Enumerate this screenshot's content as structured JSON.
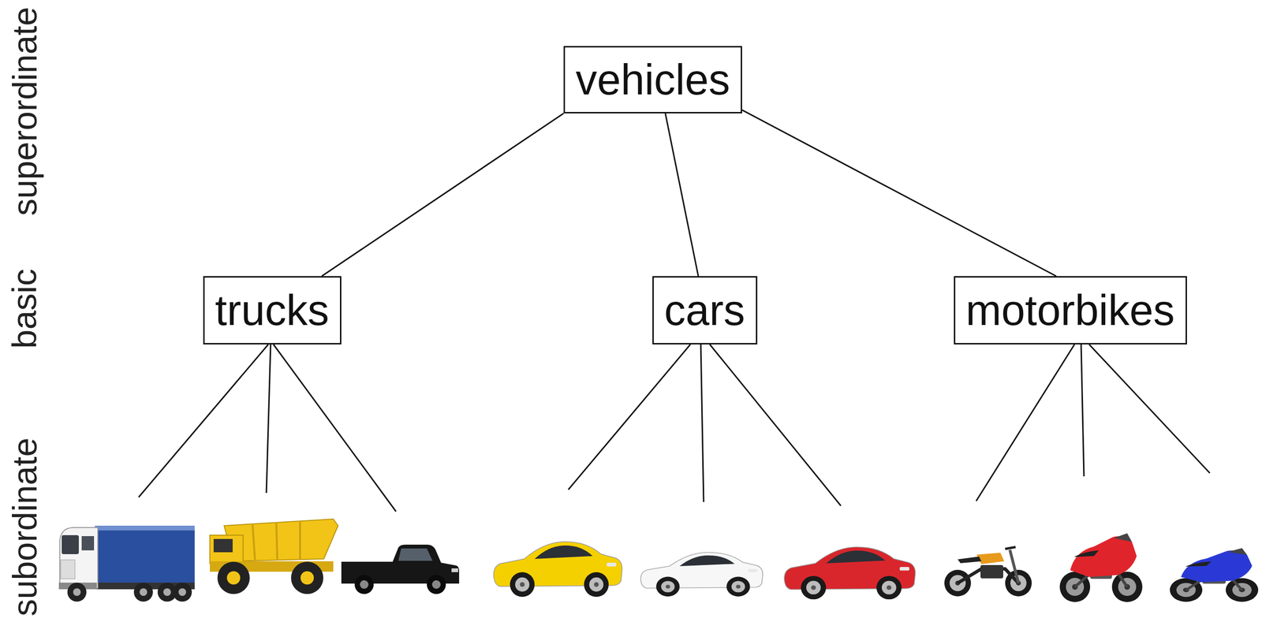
{
  "diagram": {
    "nodes": [
      {
        "text": [
          "vehicles"
        ]
      },
      {
        "text": [
          "trucks"
        ]
      },
      {
        "text": [
          "cars"
        ]
      },
      {
        "text": [
          "motorbikes"
        ]
      }
    ],
    "edges": [
      {
        "from": 0,
        "to": 1,
        "arrow": "none"
      },
      {
        "from": 0,
        "to": 2,
        "arrow": "none"
      },
      {
        "from": 0,
        "to": 3,
        "arrow": "none"
      }
    ],
    "labels": [
      "superordinate",
      "basic",
      "subordinate"
    ]
  }
}
